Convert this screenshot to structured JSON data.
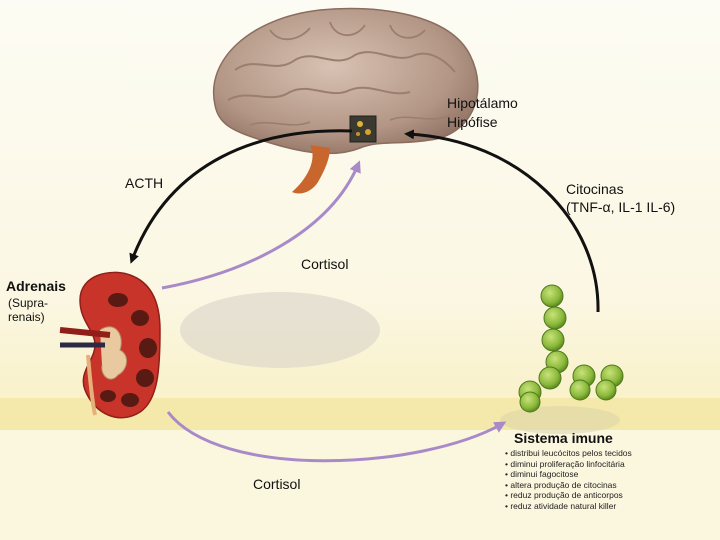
{
  "labels": {
    "hypothalamus": "Hipotálamo",
    "pituitary": "Hipófise",
    "acth": "ACTH",
    "cytokines_title": "Citocinas",
    "cytokines_list": "(TNF-α, IL-1 IL-6)",
    "adrenals_title": "Adrenais",
    "adrenals_sub1": "(Supra-",
    "adrenals_sub2": "renais)",
    "cortisol_upper": "Cortisol",
    "cortisol_lower": "Cortisol",
    "immune_title": "Sistema imune"
  },
  "immune_effects": [
    "distribui leucócitos pelos tecidos",
    "diminui proliferação linfocitária",
    "diminui fagocitose",
    "altera produção de citocinas",
    "reduz produção de anticorpos",
    "reduz atividade natural killer"
  ],
  "colors": {
    "black_arrow": "#111111",
    "cortisol_arrow": "#a98ac8",
    "brain": "#b59a8a",
    "kidney": "#c8342a",
    "cells": "#8ab83a"
  }
}
